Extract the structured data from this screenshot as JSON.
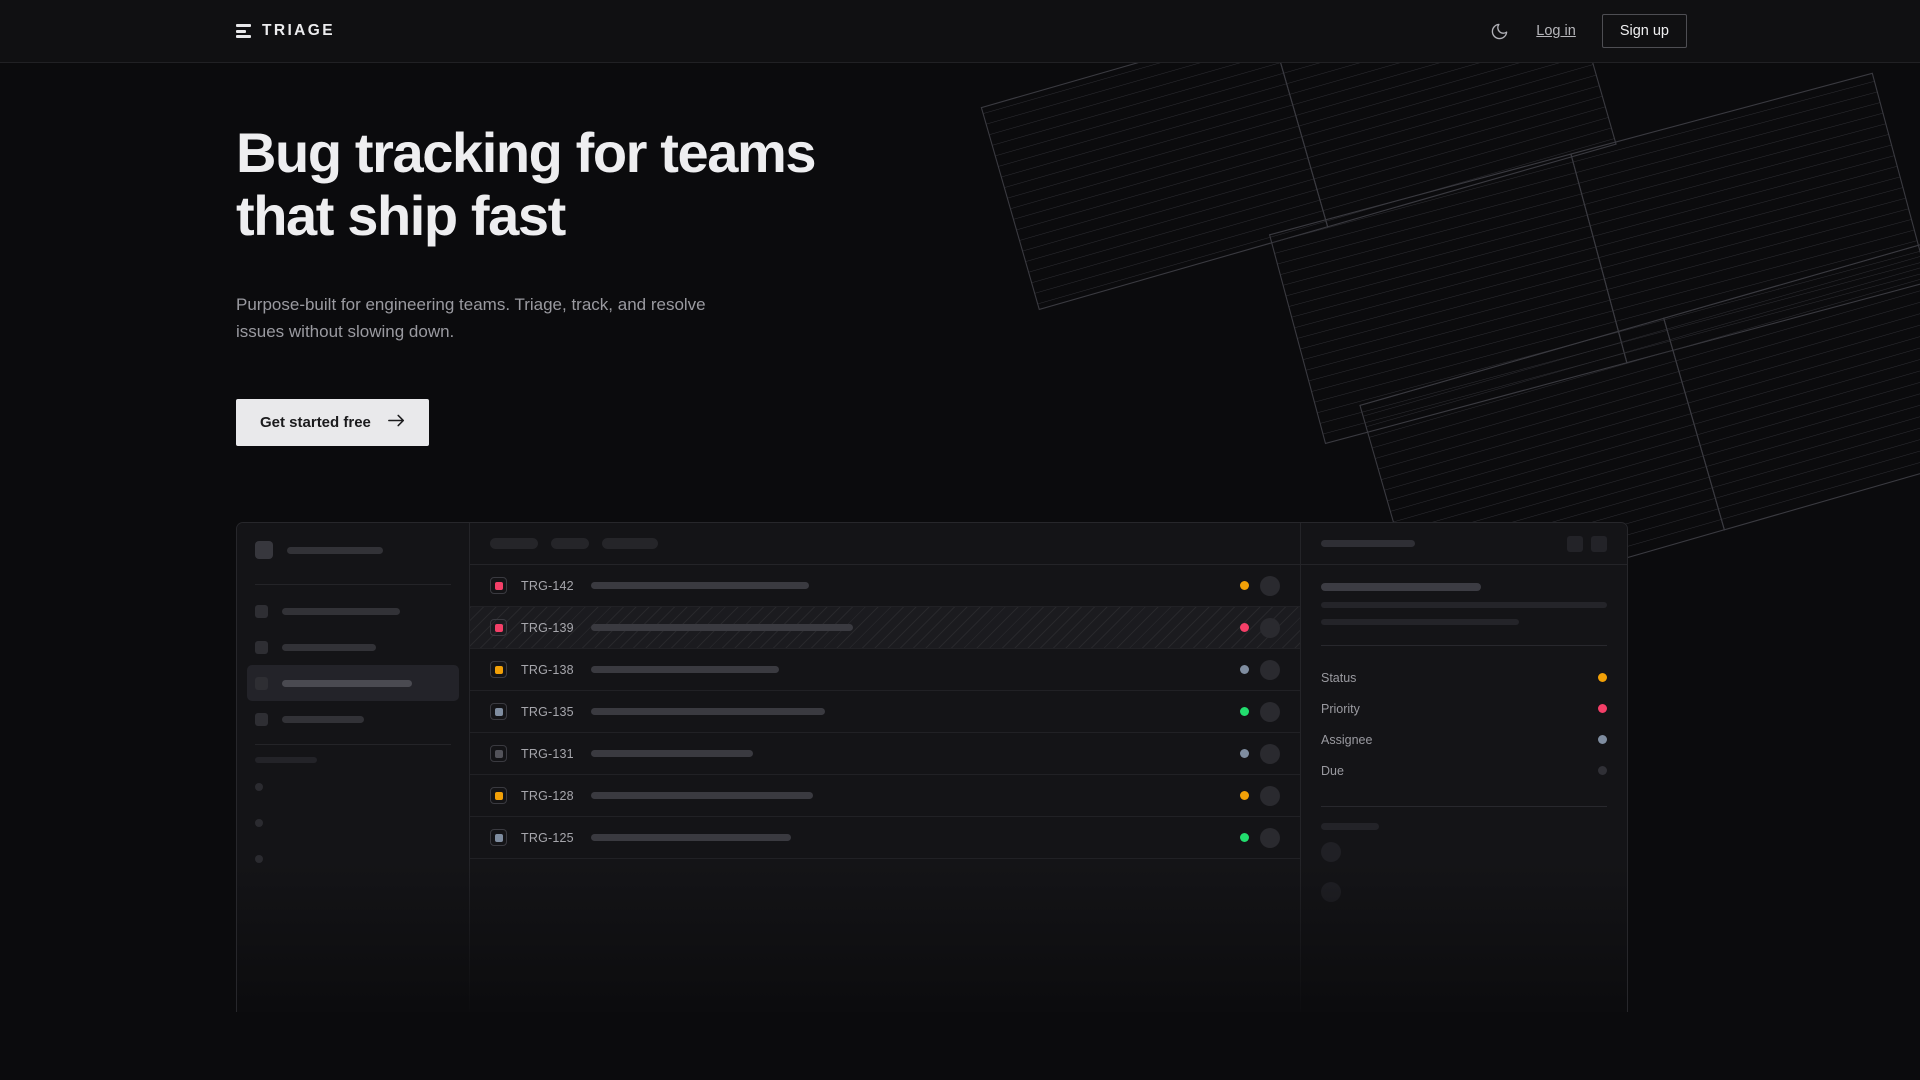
{
  "brand": {
    "name": "TRIAGE",
    "icon": "stacked-bars-icon"
  },
  "nav": {
    "theme_toggle_icon": "moon-icon",
    "login_label": "Log in",
    "signup_label": "Sign up"
  },
  "hero": {
    "headline_line1": "Bug tracking for teams",
    "headline_line2": "that ship fast",
    "subtext": "Purpose-built for engineering teams. Triage, track, and resolve issues without slowing down.",
    "cta_label": "Get started free",
    "cta_icon": "arrow-right-icon"
  },
  "colors": {
    "page_bg": "#0b0b0d",
    "panel_bg": "#141417",
    "border": "#27272b",
    "accent_light": "#e9e9eb",
    "status_orange": "#f2a007",
    "status_pink": "#f43f68",
    "status_slate": "#7f8da0",
    "status_green": "#22dd6e",
    "status_muted": "#3a3a40"
  },
  "app": {
    "sidebar": {
      "workspace_width": 96,
      "items": [
        {
          "name": "nav-item-1",
          "width": 118,
          "active": false
        },
        {
          "name": "nav-item-2",
          "width": 94,
          "active": false
        },
        {
          "name": "nav-item-3",
          "width": 130,
          "active": true
        },
        {
          "name": "nav-item-4",
          "width": 82,
          "active": false
        }
      ],
      "mini_items": [
        "project-dot-1",
        "project-dot-2",
        "project-dot-3"
      ]
    },
    "list": {
      "filters": [
        {
          "name": "filter-chip-1",
          "width": 48
        },
        {
          "name": "filter-chip-2",
          "width": 38
        },
        {
          "name": "filter-chip-3",
          "width": 56
        }
      ],
      "columns": [
        "type",
        "id",
        "title",
        "status",
        "assignee"
      ],
      "rows": [
        {
          "id": "TRG-142",
          "badge_color": "#f43f68",
          "title_width": 218,
          "status_color": "#f2a007",
          "selected": false
        },
        {
          "id": "TRG-139",
          "badge_color": "#f43f68",
          "title_width": 262,
          "status_color": "#f43f68",
          "selected": true
        },
        {
          "id": "TRG-138",
          "badge_color": "#f2a007",
          "title_width": 188,
          "status_color": "#7f8da0",
          "selected": false
        },
        {
          "id": "TRG-135",
          "badge_color": "#7f8da0",
          "title_width": 234,
          "status_color": "#22dd6e",
          "selected": false
        },
        {
          "id": "TRG-131",
          "badge_color": "#53535a",
          "title_width": 162,
          "status_color": "#7f8da0",
          "selected": false
        },
        {
          "id": "TRG-128",
          "badge_color": "#f2a007",
          "title_width": 222,
          "status_color": "#f2a007",
          "selected": false
        },
        {
          "id": "TRG-125",
          "badge_color": "#7f8da0",
          "title_width": 200,
          "status_color": "#22dd6e",
          "selected": false
        }
      ]
    },
    "detail": {
      "header_actions": [
        "detail-action-1",
        "detail-action-2"
      ],
      "description_lines": [
        286,
        198
      ],
      "fields": [
        {
          "label": "Status",
          "color": "#f2a007"
        },
        {
          "label": "Priority",
          "color": "#f43f68"
        },
        {
          "label": "Assignee",
          "color": "#7f8da0"
        },
        {
          "label": "Due",
          "color": "#303036"
        }
      ],
      "activity_avatars": [
        "activity-avatar-1",
        "activity-avatar-2"
      ]
    }
  }
}
